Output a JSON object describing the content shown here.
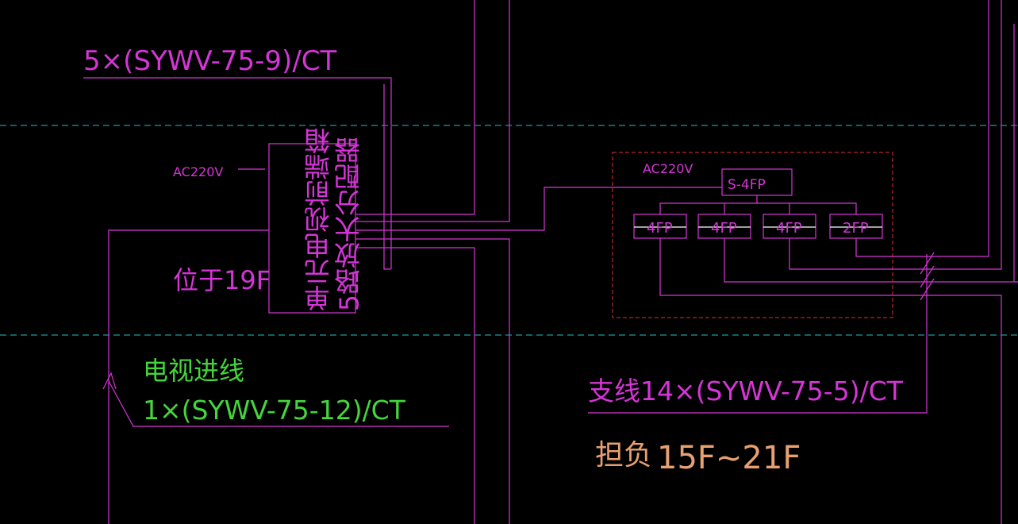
{
  "colors": {
    "background": "#000000",
    "magenta": "#d535d6",
    "green": "#44d63a",
    "orange": "#e8a070",
    "cyan": "#1ec4c4",
    "red": "#e03030"
  },
  "labels": {
    "cable_top": "5×(SYWV-75-9)/CT",
    "ac_left": "AC220V",
    "box_line1": "单元电视前端箱",
    "box_line2": "5路放大分配器",
    "location": "位于19F",
    "tv_in_title": "电视进线",
    "tv_in_cable": "1×(SYWV-75-12)/CT",
    "ac_right": "AC220V",
    "splitter_main": "S-4FP",
    "branch_1": "4FP",
    "branch_2": "4FP",
    "branch_3": "4FP",
    "branch_4": "2FP",
    "branch_cable": "支线14×(SYWV-75-5)/CT",
    "serve_prefix": "担负",
    "serve_floors": "15F~21F"
  }
}
